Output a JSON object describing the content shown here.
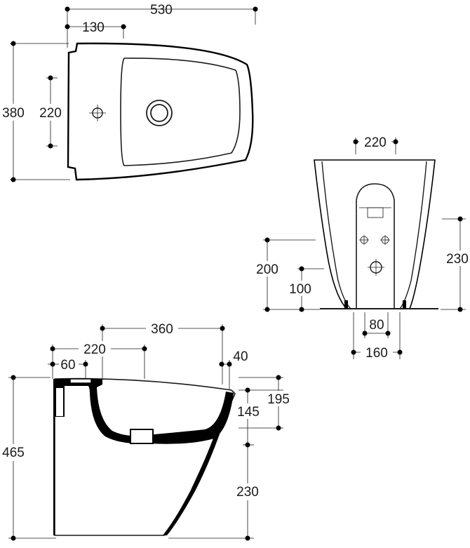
{
  "top_view": {
    "overall_length": "530",
    "tap_offset": "130",
    "overall_width": "380",
    "tap_spacing": "220"
  },
  "rear_view": {
    "top_width": "220",
    "height_200": "200",
    "height_100": "100",
    "height_230": "230",
    "spacing_80": "80",
    "spacing_160": "160"
  },
  "side_view": {
    "length_360": "360",
    "length_220": "220",
    "offset_60": "60",
    "offset_40": "40",
    "height_145": "145",
    "height_195": "195",
    "overall_height": "465",
    "height_230": "230"
  }
}
